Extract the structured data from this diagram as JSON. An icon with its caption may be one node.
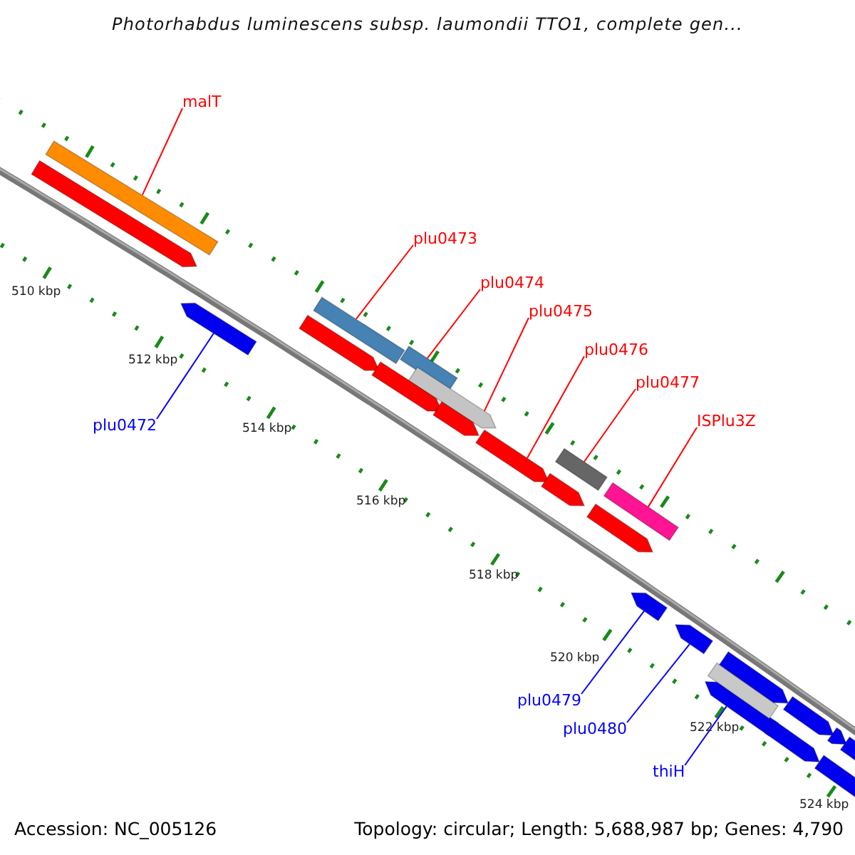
{
  "diagram": {
    "title": "Photorhabdus luminescens subsp. laumondii TTO1, complete gen...",
    "nodes": [
      {
        "text": [
          "malT"
        ]
      },
      {
        "text": [
          "plu0473"
        ]
      },
      {
        "text": [
          "plu0474"
        ]
      },
      {
        "text": [
          "plu0475"
        ]
      },
      {
        "text": [
          "plu0476"
        ]
      },
      {
        "text": [
          "plu0477"
        ]
      },
      {
        "text": [
          "ISPlu3Z"
        ]
      },
      {
        "text": [
          "plu0472"
        ]
      },
      {
        "text": [
          "plu0479"
        ]
      },
      {
        "text": [
          "plu0480"
        ]
      },
      {
        "text": [
          "thiH"
        ]
      },
      {
        "text": [],
        "shape": "bar"
      },
      {
        "text": [],
        "shape": "bar"
      },
      {
        "text": [],
        "shape": "bar"
      },
      {
        "text": [],
        "shape": "bar"
      },
      {
        "text": [],
        "shape": "bar"
      },
      {
        "text": [],
        "shape": "bar"
      },
      {
        "text": [],
        "shape": "bar"
      },
      {
        "text": [],
        "shape": "bar"
      },
      {
        "text": [],
        "shape": "bar"
      },
      {
        "text": [],
        "shape": "bar"
      },
      {
        "text": [],
        "shape": "bar"
      },
      {
        "text": [],
        "shape": "bar"
      },
      {
        "text": [],
        "shape": "bar"
      },
      {
        "text": [],
        "shape": "bar"
      },
      {
        "text": [],
        "shape": "bar"
      },
      {
        "text": [],
        "shape": "bar"
      },
      {
        "text": [],
        "shape": "bar"
      },
      {
        "text": [],
        "shape": "bar"
      },
      {
        "text": [],
        "shape": "bar"
      },
      {
        "text": [],
        "shape": "bar"
      },
      {
        "text": [],
        "shape": "bar"
      },
      {
        "text": [],
        "shape": "bar"
      },
      {
        "text": [],
        "shape": "bar"
      },
      {
        "text": [],
        "shape": "bar"
      }
    ],
    "edges": [
      {
        "from": 0,
        "to": 12,
        "arrow": "none"
      },
      {
        "from": 1,
        "to": 15,
        "arrow": "none"
      },
      {
        "from": 2,
        "to": 17,
        "arrow": "none"
      },
      {
        "from": 3,
        "to": 18,
        "arrow": "none"
      },
      {
        "from": 4,
        "to": 20,
        "arrow": "none"
      },
      {
        "from": 5,
        "to": 22,
        "arrow": "none"
      },
      {
        "from": 6,
        "to": 24,
        "arrow": "none"
      },
      {
        "from": 7,
        "to": 13,
        "arrow": "none",
        "color": "#0000ff"
      },
      {
        "from": 8,
        "to": 25,
        "arrow": "none",
        "color": "#0000ff"
      },
      {
        "from": 9,
        "to": 26,
        "arrow": "none",
        "color": "#0000ff"
      },
      {
        "from": 10,
        "to": 27,
        "arrow": "none",
        "color": "#0000ff"
      }
    ],
    "labels": [
      "510 kbp",
      "512 kbp",
      "514 kbp",
      "516 kbp",
      "518 kbp",
      "520 kbp",
      "522 kbp",
      "524 kbp",
      "Accession: NC_005126",
      "Topology: circular; Length: 5,688,987 bp; Genes: 4,790"
    ]
  }
}
